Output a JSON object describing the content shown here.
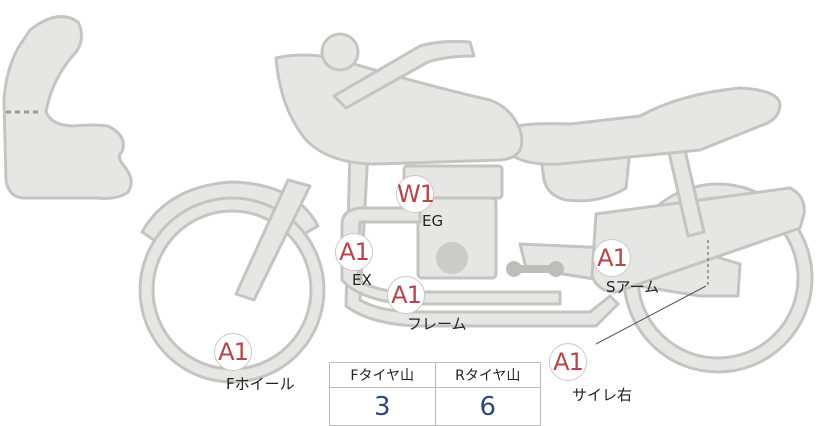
{
  "badges": {
    "engine": "W1",
    "exhaust": "A1",
    "frame": "A1",
    "swingarm": "A1",
    "front_wheel": "A1",
    "silencer_right": "A1"
  },
  "parts": {
    "engine": "EG",
    "exhaust": "EX",
    "frame": "フレーム",
    "swingarm": "Sアーム",
    "front_wheel": "Fホイール",
    "silencer_right": "サイレ右"
  },
  "tires": {
    "front_label": "Fタイヤ山",
    "rear_label": "Rタイヤ山",
    "front_value": "3",
    "rear_value": "6"
  },
  "colors": {
    "body_fill": "#e6e6e4",
    "body_stroke": "#c4c4c2",
    "badge_text": "#b5464a",
    "value_text": "#2e4a7a"
  }
}
